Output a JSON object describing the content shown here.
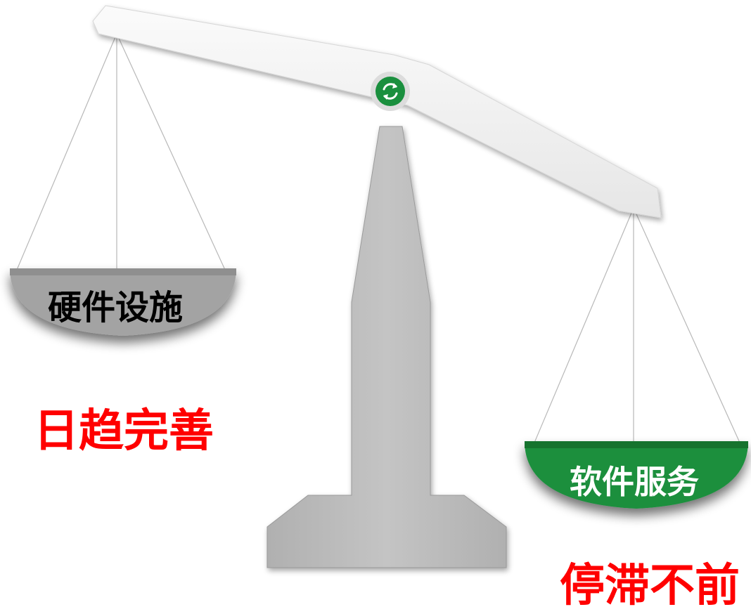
{
  "left_pan": {
    "label": "硬件设施",
    "caption": "日趋完善"
  },
  "right_pan": {
    "label": "软件服务",
    "caption": "停滞不前"
  },
  "colors": {
    "green": "#1a8f3e",
    "gray_pan": "#9e9e9e",
    "stand": "#bdbdbd",
    "beam": "#f2f2f2",
    "caption_red": "#ff0000"
  },
  "icons": {
    "pivot": "refresh-icon"
  }
}
